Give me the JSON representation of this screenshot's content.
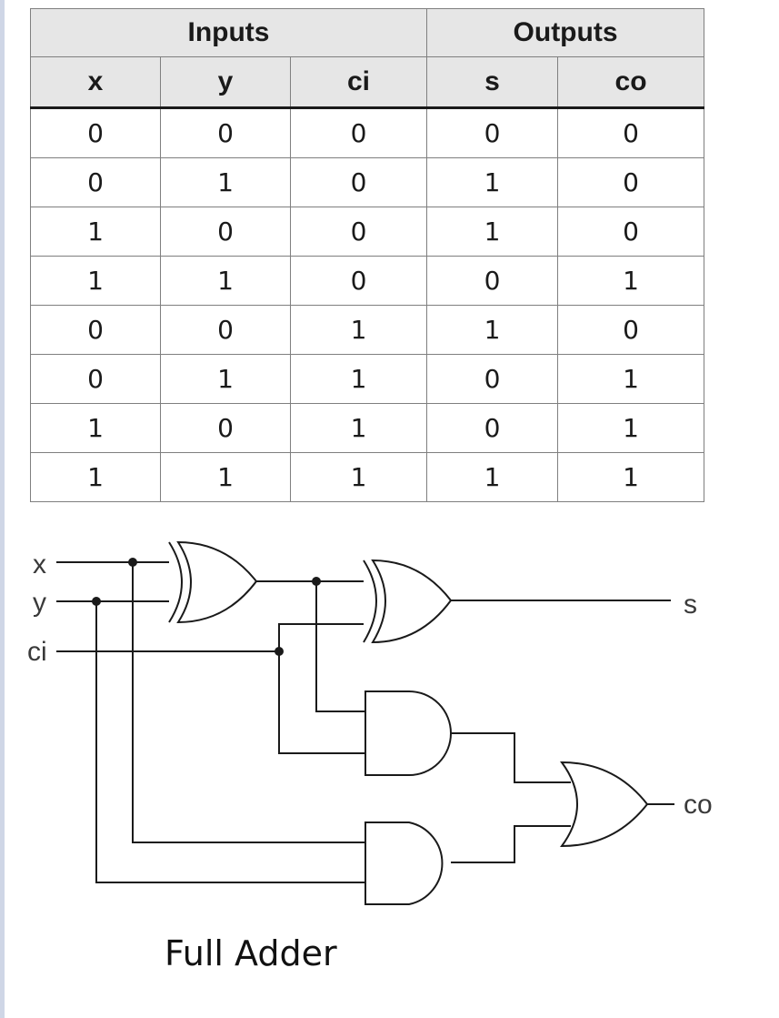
{
  "truth_table": {
    "groups": [
      {
        "label": "Inputs",
        "span": 3
      },
      {
        "label": "Outputs",
        "span": 2
      }
    ],
    "columns": [
      "x",
      "y",
      "ci",
      "s",
      "co"
    ],
    "rows": [
      [
        "0",
        "0",
        "0",
        "0",
        "0"
      ],
      [
        "0",
        "1",
        "0",
        "1",
        "0"
      ],
      [
        "1",
        "0",
        "0",
        "1",
        "0"
      ],
      [
        "1",
        "1",
        "0",
        "0",
        "1"
      ],
      [
        "0",
        "0",
        "1",
        "1",
        "0"
      ],
      [
        "0",
        "1",
        "1",
        "0",
        "1"
      ],
      [
        "1",
        "0",
        "1",
        "0",
        "1"
      ],
      [
        "1",
        "1",
        "1",
        "1",
        "1"
      ]
    ]
  },
  "circuit": {
    "labels": {
      "x": "x",
      "y": "y",
      "ci": "ci",
      "s": "s",
      "co": "co"
    }
  },
  "caption": "Full Adder"
}
